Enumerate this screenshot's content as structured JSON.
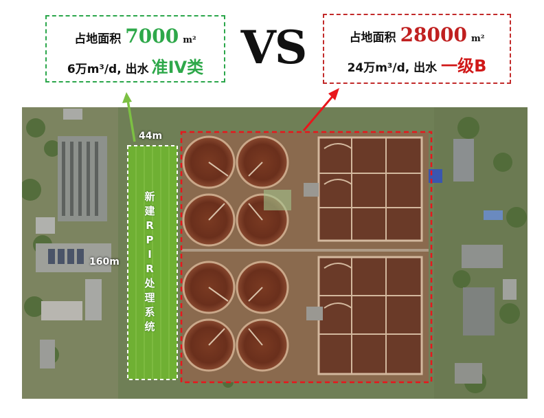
{
  "left_card": {
    "area_label": "占地面积",
    "area_value": "7000",
    "area_unit": "m²",
    "capacity": "6万m³/d, 出水",
    "effluent_grade": "准IV类"
  },
  "vs_text": "VS",
  "right_card": {
    "area_label": "占地面积",
    "area_value": "28000",
    "area_unit": "m²",
    "capacity": "24万m³/d, 出水",
    "effluent_grade": "一级B"
  },
  "map": {
    "width_label": "44m",
    "length_label": "160m",
    "rpir_lines": [
      "新",
      "建",
      "R",
      "P",
      "I",
      "R",
      "处",
      "理",
      "系",
      "统"
    ]
  },
  "colors": {
    "new_system": "#2ea84a",
    "existing_plant": "#c01f1f"
  }
}
